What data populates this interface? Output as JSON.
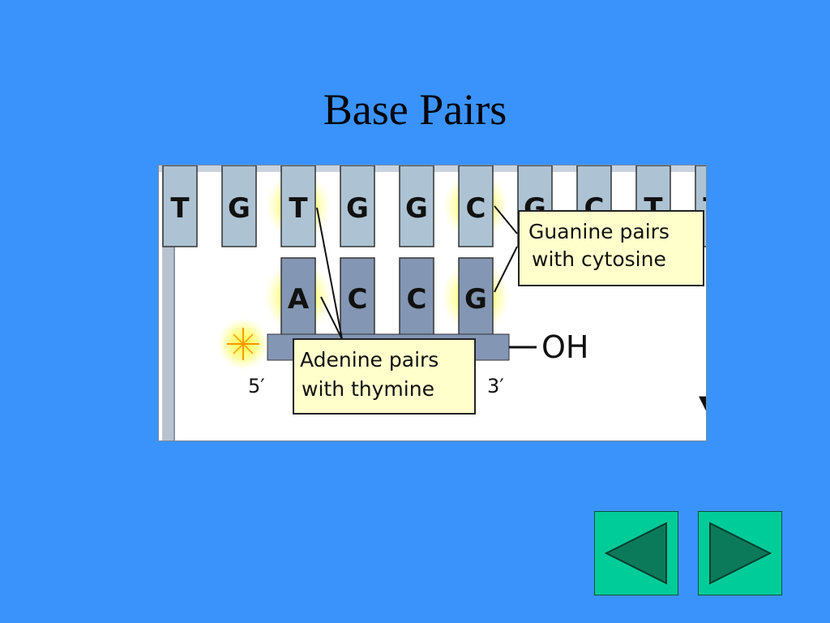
{
  "slide": {
    "title": "Base Pairs"
  },
  "diagram": {
    "top_strand": [
      "T",
      "G",
      "T",
      "G",
      "G",
      "C",
      "G",
      "C",
      "T",
      "T"
    ],
    "bottom_strand": [
      "A",
      "C",
      "C",
      "G"
    ],
    "highlighted_top_indices": [
      2,
      5
    ],
    "highlighted_bottom_indices": [
      0,
      3
    ],
    "guanine_label_line1": "Guanine pairs",
    "guanine_label_line2": "with cytosine",
    "adenine_label_line1": "Adenine pairs",
    "adenine_label_line2": "with thymine",
    "five_prime": "5′",
    "three_prime": "3′",
    "hydroxyl": "OH"
  },
  "colors": {
    "background": "#3a93fb",
    "top_base_fill": "#adc3d3",
    "bottom_base_fill": "#8396b3",
    "highlight_glow": "#ffff33",
    "callout_fill": "#ffffcc",
    "nav_button": "#00cc99",
    "nav_arrow": "#0b7a5a"
  },
  "navigation": {
    "prev_icon": "triangle-left-icon",
    "next_icon": "triangle-right-icon"
  }
}
